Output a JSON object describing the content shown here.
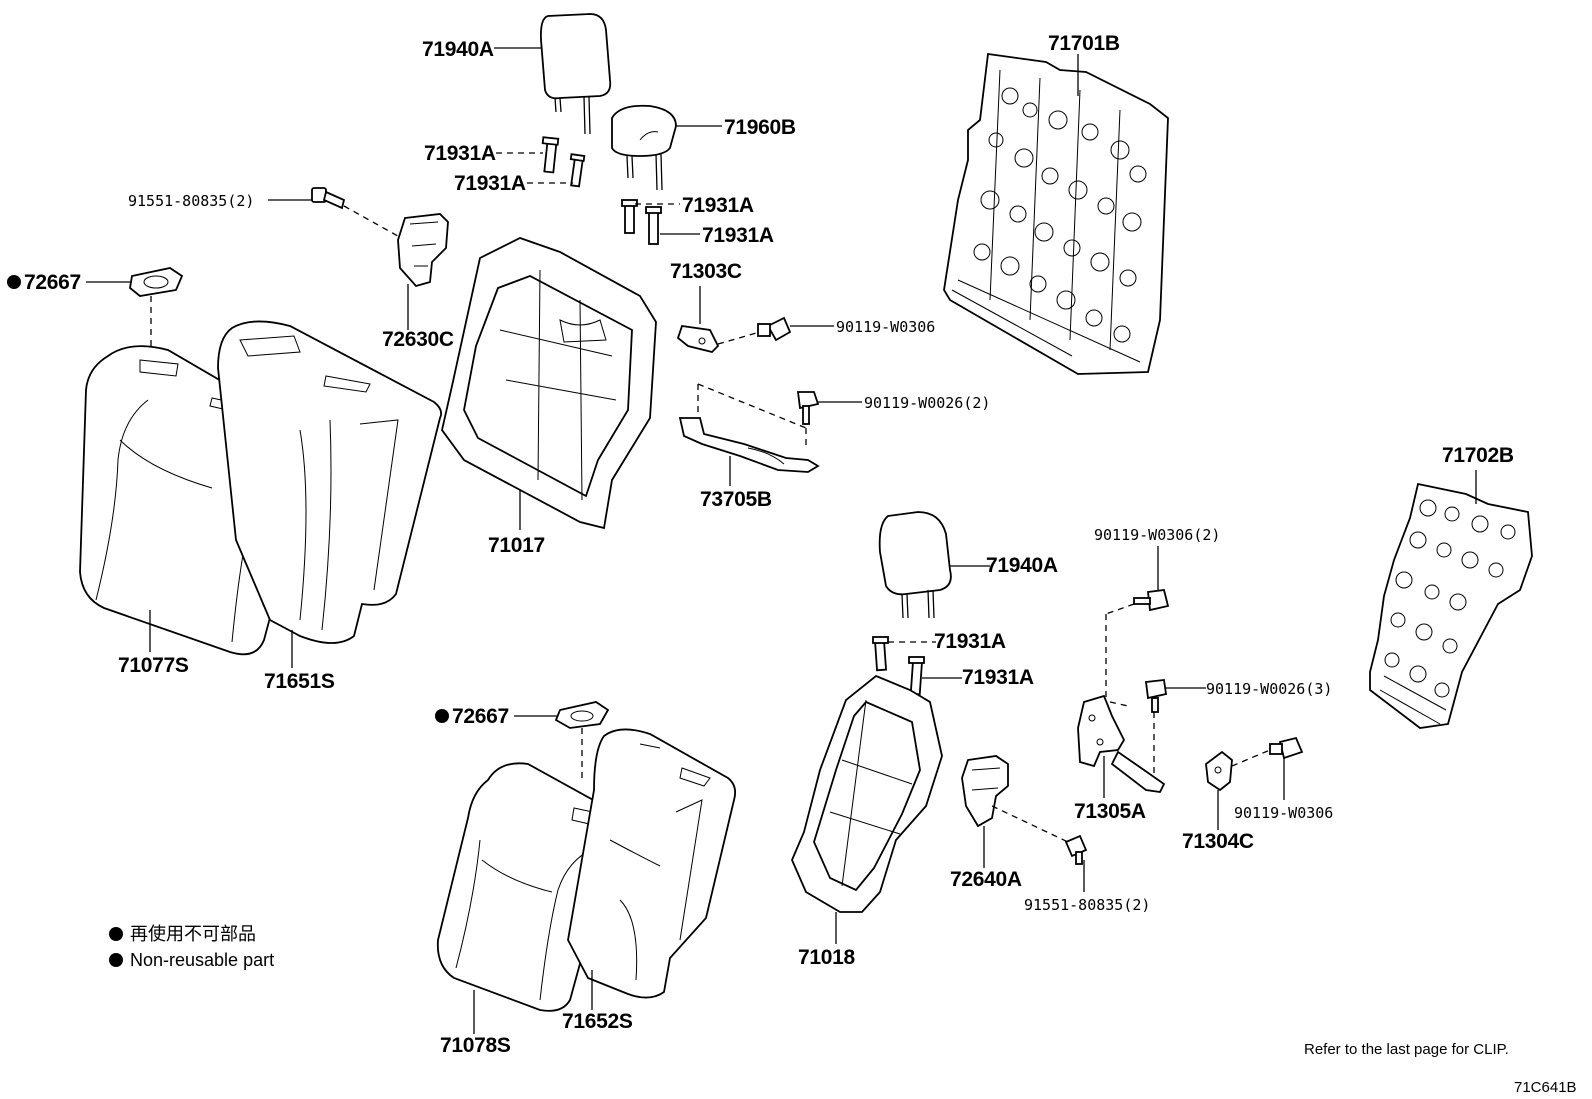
{
  "labels": {
    "l71940A_1": "71940A",
    "l71960B": "71960B",
    "l71931A_1": "71931A",
    "l71931A_2": "71931A",
    "l71931A_3": "71931A",
    "l71931A_4": "71931A",
    "l91551_1": "91551-80835(2)",
    "l72667_1": "72667",
    "l72630C": "72630C",
    "l71303C": "71303C",
    "l90119_W0306_1": "90119-W0306",
    "l90119_W0026_2": "90119-W0026(2)",
    "l73705B": "73705B",
    "l71017": "71017",
    "l71077S": "71077S",
    "l71651S": "71651S",
    "l71701B": "71701B",
    "l71702B": "71702B",
    "l90119_W0306_2": "90119-W0306(2)",
    "l71940A_2": "71940A",
    "l71931A_5": "71931A",
    "l71931A_6": "71931A",
    "l90119_W0026_3": "90119-W0026(3)",
    "l72667_2": "72667",
    "l71305A": "71305A",
    "l90119_W0306_3": "90119-W0306",
    "l71304C": "71304C",
    "l72640A": "72640A",
    "l91551_2": "91551-80835(2)",
    "l71018": "71018",
    "l71078S": "71078S",
    "l71652S": "71652S"
  },
  "legend": {
    "japanese": "再使用不可部品",
    "english": "Non-reusable part"
  },
  "footer": {
    "note": "Refer to the last page for CLIP.",
    "code": "71C641B"
  }
}
